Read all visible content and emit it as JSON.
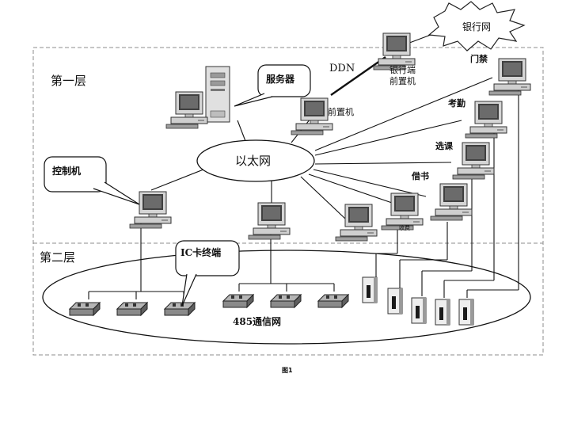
{
  "layers": {
    "top": "第一层",
    "bottom": "第二层"
  },
  "nodes": {
    "bank_network": "银行网",
    "ddn": "DDN",
    "bank_front_line1": "银行端",
    "bank_front_line2": "前置机",
    "server": "服务器",
    "front_machine": "前置机",
    "ethernet": "以太网",
    "controller": "控制机",
    "access_control": "门禁",
    "attendance": "考勤",
    "course_selection": "选课",
    "book_info": "借书",
    "small_label": "收费",
    "ic_terminal": "IC卡终端",
    "rs485": "485通信网"
  },
  "caption": "图1",
  "colors": {
    "line": "#111111",
    "dashed_border": "#8c8c8c",
    "monitor_body": "#d7d7d7",
    "screen": "#3d3d3d"
  }
}
